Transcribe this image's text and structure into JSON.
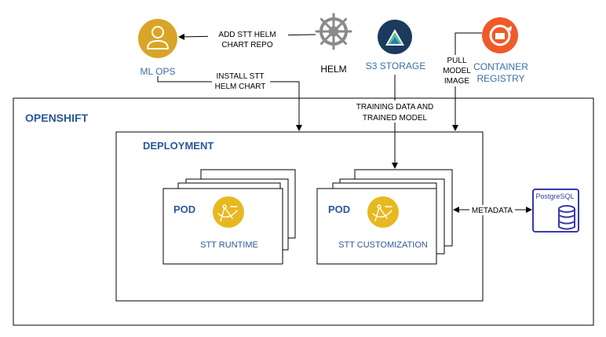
{
  "nodes": {
    "ml_ops": {
      "label": "ML OPS"
    },
    "helm": {
      "label": "HELM"
    },
    "s3_storage": {
      "label": "S3 STORAGE"
    },
    "container_registry": {
      "label_line1": "CONTAINER",
      "label_line2": "REGISTRY"
    },
    "postgresql": {
      "label": "PostgreSQL"
    }
  },
  "containers": {
    "openshift": {
      "label": "OPENSHIFT"
    },
    "deployment": {
      "label": "DEPLOYMENT"
    }
  },
  "pods": [
    {
      "tag": "POD",
      "name": "STT RUNTIME"
    },
    {
      "tag": "POD",
      "name": "STT CUSTOMIZATION"
    }
  ],
  "edges": {
    "helm_to_mlops": {
      "line1": "ADD STT HELM",
      "line2": "CHART REPO"
    },
    "mlops_to_deployment": {
      "line1": "INSTALL STT",
      "line2": "HELM CHART"
    },
    "s3_to_pod": {
      "line1": "TRAINING DATA AND",
      "line2": "TRAINED MODEL"
    },
    "registry_to_deployment": {
      "line1": "PULL",
      "line2": "MODEL",
      "line3": "IMAGE"
    },
    "pod_to_postgres": {
      "label": "METADATA"
    }
  },
  "colors": {
    "title_blue": "#2b5797",
    "node_blue": "#3a6ea5",
    "gold": "#e8b820",
    "ml_ops_gold": "#d9a526",
    "orange": "#f05a28",
    "s3_navy": "#1c3a5e",
    "postgres": "#3a3aa8",
    "line": "#000000"
  }
}
